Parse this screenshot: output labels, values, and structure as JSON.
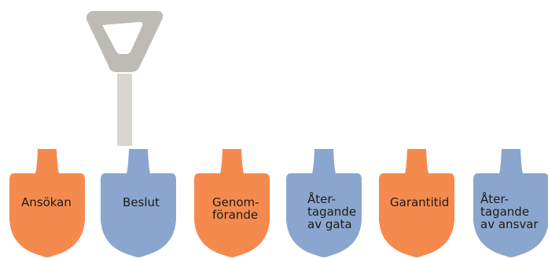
{
  "colors": {
    "orange": "#F58A4E",
    "blue": "#8AA6CE",
    "handle_grip": "#BEBAB5",
    "handle_shaft": "#D9D6D1"
  },
  "blades": [
    {
      "label": "Ansökan",
      "color": "orange",
      "has_handle": false
    },
    {
      "label": "Beslut",
      "color": "blue",
      "has_handle": true
    },
    {
      "label": "Genom-\nförande",
      "color": "orange",
      "has_handle": false
    },
    {
      "label": "Åter-\ntagande\nav gata",
      "color": "blue",
      "has_handle": false
    },
    {
      "label": "Garantitid",
      "color": "orange",
      "has_handle": false
    },
    {
      "label": "Åter-\ntagande\nav ansvar",
      "color": "blue",
      "has_handle": false
    }
  ]
}
